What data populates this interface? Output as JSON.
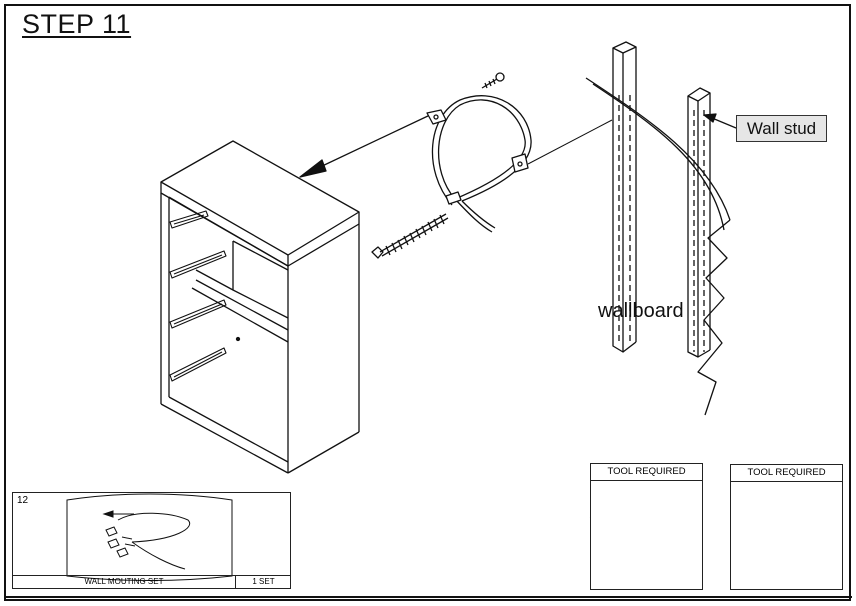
{
  "step": {
    "title": "STEP 11"
  },
  "labels": {
    "wall_stud": "Wall stud",
    "wallboard": "wallboard"
  },
  "parts": {
    "number": "12",
    "name": "WALL MOUTING SET",
    "quantity": "1 SET"
  },
  "tools": [
    {
      "header": "TOOL REQUIRED",
      "icon": "power-drill-icon"
    },
    {
      "header": "TOOL REQUIRED",
      "icon": "screwdriver-icon"
    }
  ]
}
